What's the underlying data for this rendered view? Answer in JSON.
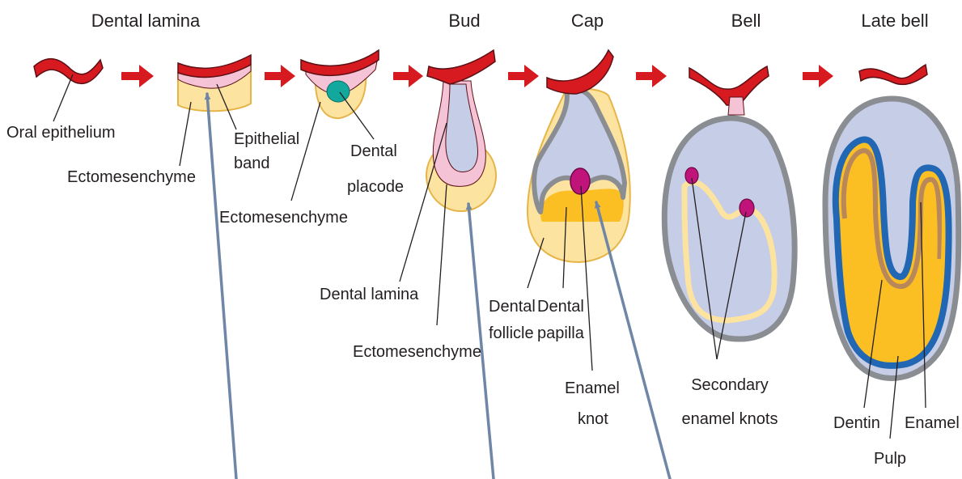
{
  "colors": {
    "oral_epithelium": "#d71920",
    "outline": "#5a1015",
    "epithelial_pink": "#f5c3d6",
    "ectomesenchyme": "#fde3a0",
    "mesenchyme_edge": "#e6b54a",
    "placode": "#13a89e",
    "enamel_organ": "#c6cde6",
    "enamel_gray": "#8a8d91",
    "papilla": "#fbbf24",
    "enamel_knot": "#c0147a",
    "dentin_blue": "#2167b3",
    "dentin_brown": "#b8875a",
    "arrow": "#d71920",
    "pointer": "#6f86a6"
  },
  "stages": {
    "dental_lamina": "Dental lamina",
    "bud": "Bud",
    "cap": "Cap",
    "bell": "Bell",
    "late_bell": "Late bell"
  },
  "labels": {
    "oral_epithelium": "Oral epithelium",
    "ectomesenchyme_1": "Ectomesenchyme",
    "epithelial_band_1": "Epithelial",
    "epithelial_band_2": "band",
    "dental_placode_1": "Dental",
    "dental_placode_2": "placode",
    "ectomesenchyme_2": "Ectomesenchyme",
    "dental_lamina": "Dental lamina",
    "ectomesenchyme_3": "Ectomesenchyme",
    "dental_follicle_1": "Dental",
    "dental_follicle_2": "follicle",
    "dental_papilla_1": "Dental",
    "dental_papilla_2": "papilla",
    "enamel_knot_1": "Enamel",
    "enamel_knot_2": "knot",
    "secondary_knots_1": "Secondary",
    "secondary_knots_2": "enamel knots",
    "dentin": "Dentin",
    "enamel": "Enamel",
    "pulp": "Pulp"
  }
}
